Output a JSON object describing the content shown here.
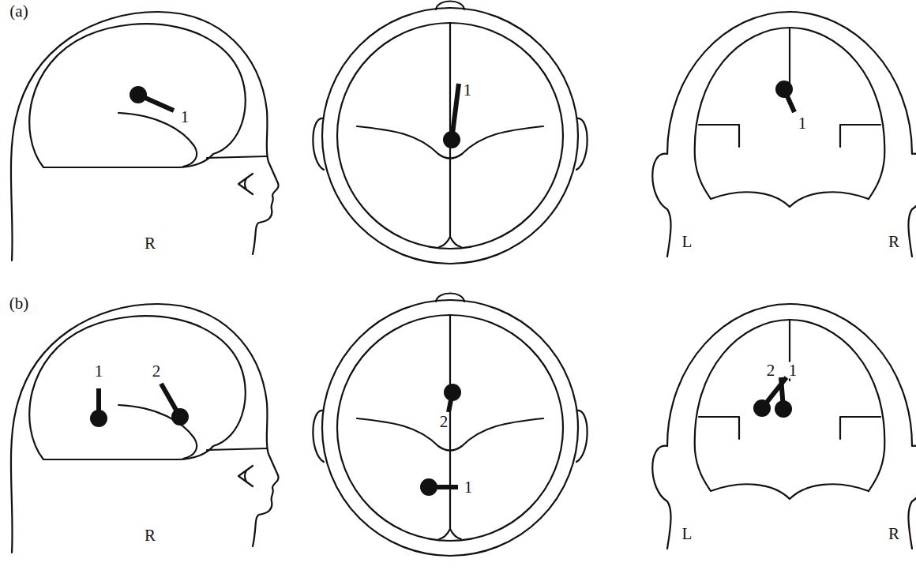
{
  "diagram": {
    "labels": [
      "(a)",
      "1",
      "R",
      "1",
      "1",
      "L",
      "R",
      "(b)",
      "1",
      "2",
      "R",
      "2",
      "1",
      "2",
      "1",
      "L",
      "R"
    ]
  }
}
